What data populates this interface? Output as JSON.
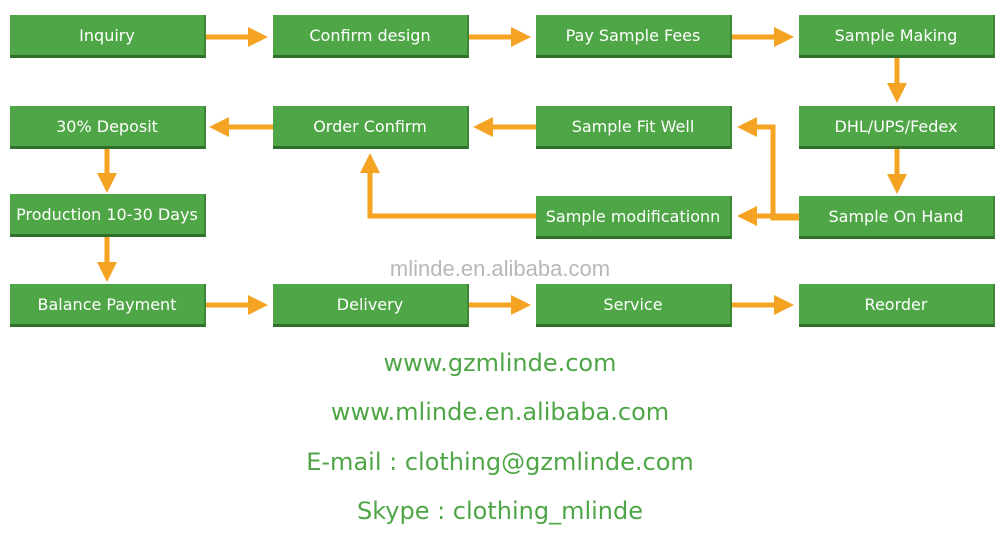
{
  "colors": {
    "box_fill": "#4fa646",
    "arrow": "#f4a323",
    "contact_text": "#4fa646",
    "watermark": "#b8b8b8"
  },
  "flow": {
    "inquiry": "Inquiry",
    "confirm_design": "Confirm design",
    "pay_sample_fees": "Pay Sample Fees",
    "sample_making": "Sample Making",
    "deposit": "30% Deposit",
    "order_confirm": "Order Confirm",
    "sample_fit_well": "Sample Fit Well",
    "shipping": "DHL/UPS/Fedex",
    "production": "Production 10-30 Days",
    "sample_modification": "Sample modificationn",
    "sample_on_hand": "Sample On Hand",
    "balance_payment": "Balance Payment",
    "delivery": "Delivery",
    "service": "Service",
    "reorder": "Reorder"
  },
  "watermark": "mlinde.en.alibaba.com",
  "contact": {
    "website": "www.gzmlinde.com",
    "alibaba": "www.mlinde.en.alibaba.com",
    "email": "E-mail : clothing@gzmlinde.com",
    "skype": "Skype : clothing_mlinde"
  }
}
